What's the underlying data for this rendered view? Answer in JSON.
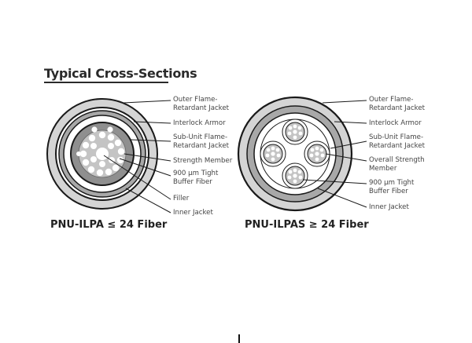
{
  "title": "Typical Cross-Sections",
  "left_cable": {
    "caption": "PNU-ILPA ≤ 24 Fiber",
    "labels": [
      "Outer Flame-\nRetardant Jacket",
      "Interlock Armor",
      "Sub-Unit Flame-\nRetardant Jacket",
      "Strength Member",
      "900 µm Tight\nBuffer Fiber",
      "Filler",
      "Inner Jacket"
    ]
  },
  "right_cable": {
    "caption": "PNU-ILPAS ≥ 24 Fiber",
    "labels": [
      "Outer Flame-\nRetardant Jacket",
      "Interlock Armor",
      "Sub-Unit Flame-\nRetardant Jacket",
      "Overall Strength\nMember",
      "900 µm Tight\nBuffer Fiber",
      "Inner Jacket"
    ]
  },
  "colors": {
    "outer_jacket": "#d4d4d4",
    "armor": "#a8a8a8",
    "subunit_jacket": "#8f8f8f",
    "strength": "#c4c4c4",
    "fiber": "#ffffff",
    "outline": "#1a1a1a"
  }
}
